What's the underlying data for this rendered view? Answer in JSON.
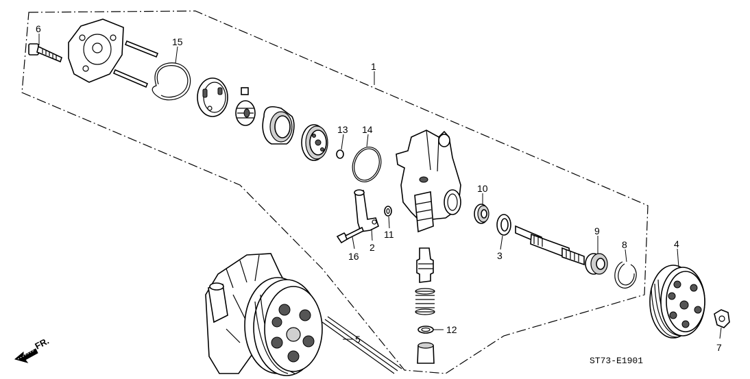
{
  "diagram": {
    "callouts": {
      "c1": "1",
      "c2": "2",
      "c3": "3",
      "c4": "4",
      "c5": "5",
      "c6": "6",
      "c7": "7",
      "c8": "8",
      "c9": "9",
      "c10": "10",
      "c11": "11",
      "c12": "12",
      "c13": "13",
      "c14": "14",
      "c15": "15",
      "c16": "16"
    },
    "direction_label": "FR.",
    "drawing_code": "ST73-E1901"
  }
}
